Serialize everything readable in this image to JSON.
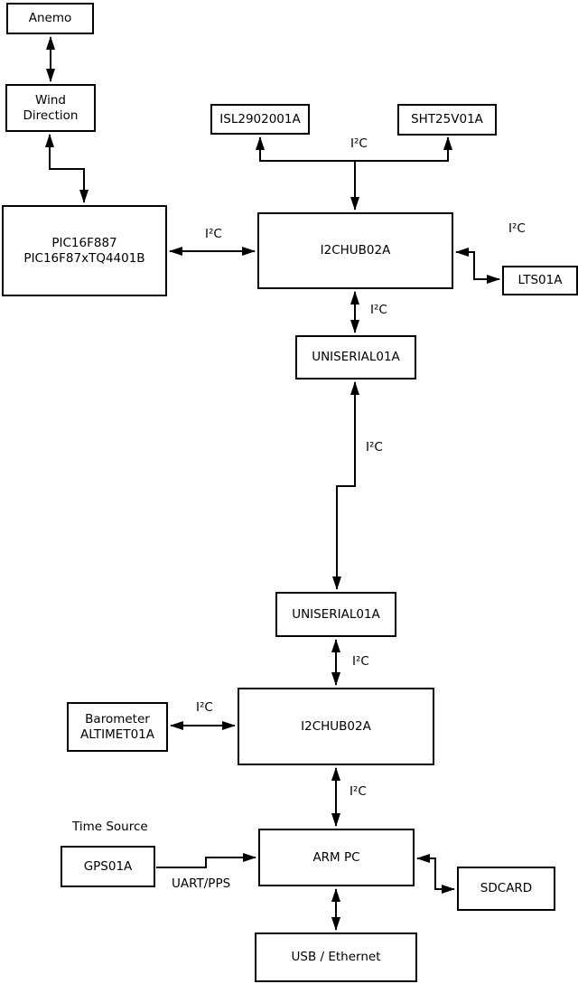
{
  "diagram": {
    "type": "block-diagram",
    "colors": {
      "line": "#000000",
      "background": "#ffffff",
      "text": "#000000"
    },
    "nodes": {
      "anemo": {
        "label": "Anemo"
      },
      "wind_direction": {
        "label": "Wind\nDirection"
      },
      "pic": {
        "label": "PIC16F887\nPIC16F87xTQ4401B"
      },
      "isl": {
        "label": "ISL2902001A"
      },
      "sht": {
        "label": "SHT25V01A"
      },
      "i2chub_top": {
        "label": "I2CHUB02A"
      },
      "lts": {
        "label": "LTS01A"
      },
      "uniserial_top": {
        "label": "UNISERIAL01A"
      },
      "uniserial_bottom": {
        "label": "UNISERIAL01A"
      },
      "barometer": {
        "label": "Barometer\nALTIMET01A"
      },
      "i2chub_bottom": {
        "label": "I2CHUB02A"
      },
      "gps": {
        "label": "GPS01A"
      },
      "arm_pc": {
        "label": "ARM PC"
      },
      "sdcard": {
        "label": "SDCARD"
      },
      "usb_ethernet": {
        "label": "USB / Ethernet"
      }
    },
    "edge_labels": {
      "i2c": "I²C",
      "uart_pps": "UART/PPS",
      "time_source": "Time Source"
    }
  }
}
